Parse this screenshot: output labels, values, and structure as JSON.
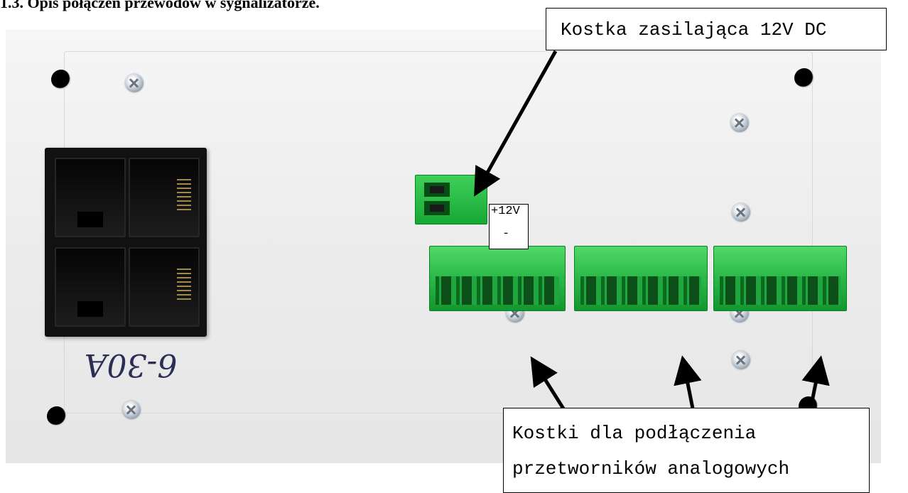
{
  "heading": "1.3.  Opis połączeń przewodów w sygnalizatorze.",
  "annotations": {
    "power_callout": "Kostka zasilająca 12V DC",
    "analog_callout_line1": "Kostki dla podłączenia",
    "analog_callout_line2": "przetworników analogowych",
    "polarity_plus": "+12V",
    "polarity_minus": "-"
  },
  "device_marking": "6-30A",
  "colors": {
    "terminal_green": "#2ab849",
    "rj_black": "#111111",
    "panel_gray": "#ececec"
  }
}
